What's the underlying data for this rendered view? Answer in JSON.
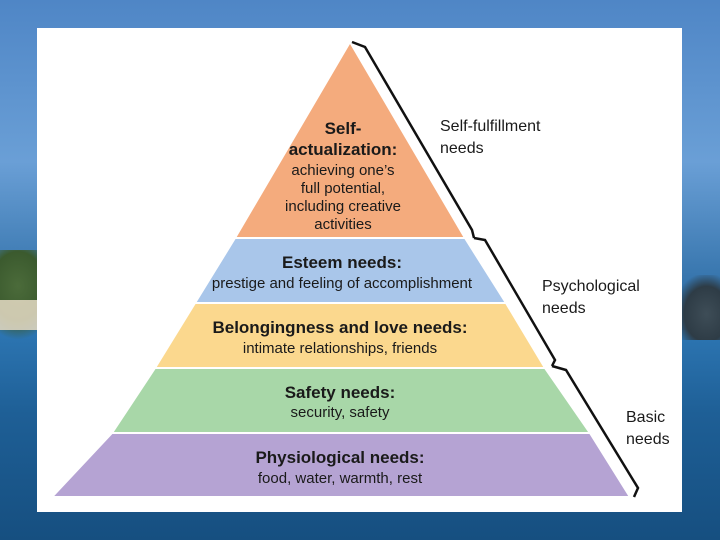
{
  "levels": [
    {
      "title_lines": [
        "Self-",
        "actualization:"
      ],
      "desc_lines": [
        "achieving one’s",
        "full potential,",
        "including creative",
        "activities"
      ],
      "color": "#f4ab7d"
    },
    {
      "title_lines": [
        "Esteem needs:"
      ],
      "desc_lines": [
        "prestige and feeling of accomplishment"
      ],
      "color": "#a9c6ea"
    },
    {
      "title_lines": [
        "Belongingness and love needs:"
      ],
      "desc_lines": [
        "intimate relationships, friends"
      ],
      "color": "#fbd88e"
    },
    {
      "title_lines": [
        "Safety needs:"
      ],
      "desc_lines": [
        "security, safety"
      ],
      "color": "#a8d7a8"
    },
    {
      "title_lines": [
        "Physiological needs:"
      ],
      "desc_lines": [
        "food, water, warmth, rest"
      ],
      "color": "#b5a3d3"
    }
  ],
  "groups": [
    {
      "label_lines": [
        "Self-fulfillment",
        "needs"
      ]
    },
    {
      "label_lines": [
        "Psychological",
        "needs"
      ]
    },
    {
      "label_lines": [
        "Basic",
        "needs"
      ]
    }
  ],
  "colors": {
    "panel": "#ffffff",
    "outline": "#ffffff",
    "text": "#1a1a1a"
  }
}
